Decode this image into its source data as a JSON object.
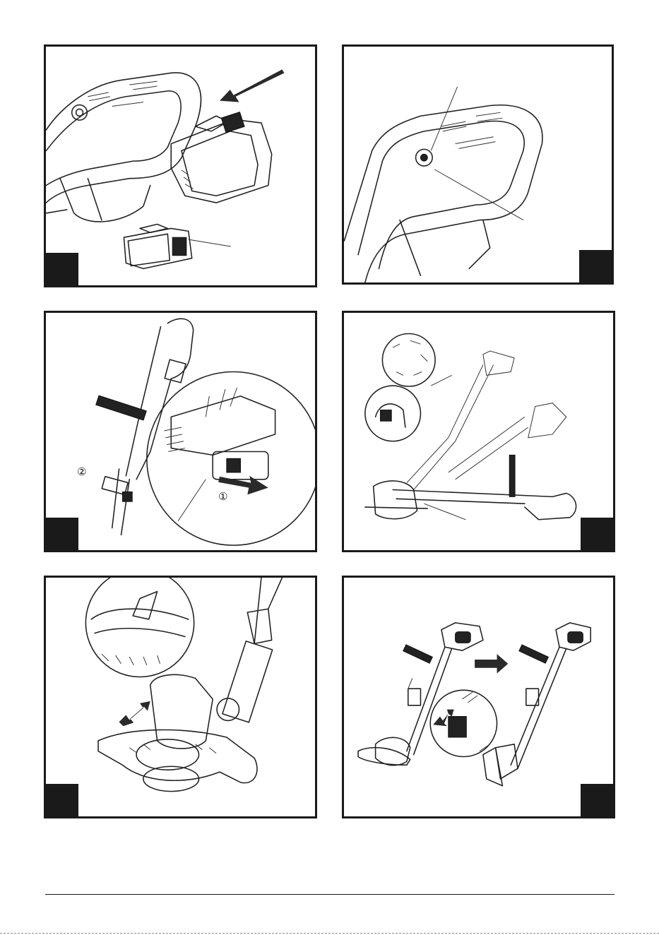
{
  "panels": [
    {
      "id": "battery-insert",
      "marks": []
    },
    {
      "id": "handle-switch",
      "marks": []
    },
    {
      "id": "handle-adjust",
      "marks": [
        "②",
        "①"
      ]
    },
    {
      "id": "head-angle",
      "marks": []
    },
    {
      "id": "guard-fit",
      "marks": []
    },
    {
      "id": "edging-mode",
      "marks": []
    }
  ],
  "colors": {
    "ink": "#1a1a1a",
    "paper": "#ffffff"
  }
}
